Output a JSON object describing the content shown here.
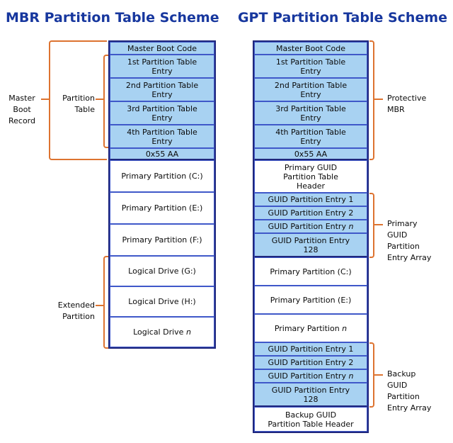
{
  "titles": {
    "mbr": "MBR Partition Table Scheme",
    "gpt": "GPT Partition Table Scheme"
  },
  "colors": {
    "title_blue": "#17379e",
    "cell_fill_blue": "#a8d2f2",
    "cell_border_blue": "#3f58c9",
    "outline_navy": "#20287d",
    "bracket_orange": "#dd7330"
  },
  "mbr_column": {
    "boot_code": "Master Boot Code",
    "entry1": [
      "1st Partition Table",
      "Entry"
    ],
    "entry2": [
      "2nd Partition Table",
      "Entry"
    ],
    "entry3": [
      "3rd Partition Table",
      "Entry"
    ],
    "entry4": [
      "4th Partition Table",
      "Entry"
    ],
    "signature": "0x55 AA",
    "primary_c": "Primary Partition (C:)",
    "primary_e": "Primary Partition (E:)",
    "primary_f": "Primary Partition (F:)",
    "logical_g": "Logical Drive (G:)",
    "logical_h": "Logical Drive (H:)",
    "logical_n_prefix": "Logical Drive ",
    "logical_n_suffix": "n"
  },
  "gpt_column": {
    "boot_code": "Master Boot Code",
    "entry1": [
      "1st Partition Table",
      "Entry"
    ],
    "entry2": [
      "2nd Partition Table",
      "Entry"
    ],
    "entry3": [
      "3rd Partition Table",
      "Entry"
    ],
    "entry4": [
      "4th Partition Table",
      "Entry"
    ],
    "signature": "0x55 AA",
    "primary_header": [
      "Primary GUID",
      "Partition Table",
      "Header"
    ],
    "guid_entry1": "GUID Partition Entry 1",
    "guid_entry2": "GUID Partition Entry 2",
    "guid_entry_n_prefix": "GUID Partition Entry ",
    "guid_entry_n_suffix": "n",
    "guid_entry128": [
      "GUID Partition Entry",
      "128"
    ],
    "primary_c": "Primary Partition (C:)",
    "primary_e": "Primary Partition (E:)",
    "primary_n_prefix": "Primary Partition ",
    "primary_n_suffix": "n",
    "backup_guid_entry1": "GUID Partition Entry 1",
    "backup_guid_entry2": "GUID Partition Entry 2",
    "backup_guid_entry_n_prefix": "GUID Partition Entry ",
    "backup_guid_entry_n_suffix": "n",
    "backup_guid_entry128": [
      "GUID Partition Entry",
      "128"
    ],
    "backup_header": [
      "Backup GUID",
      "Partition Table Header"
    ]
  },
  "labels": {
    "master_boot_record": [
      "Master",
      "Boot",
      "Record"
    ],
    "partition_table": [
      "Partition",
      "Table"
    ],
    "extended_partition": [
      "Extended",
      "Partition"
    ],
    "protective_mbr": [
      "Protective",
      "MBR"
    ],
    "primary_guid_array": [
      "Primary",
      "GUID",
      "Partition",
      "Entry Array"
    ],
    "backup_guid_array": [
      "Backup",
      "GUID",
      "Partition",
      "Entry Array"
    ]
  }
}
